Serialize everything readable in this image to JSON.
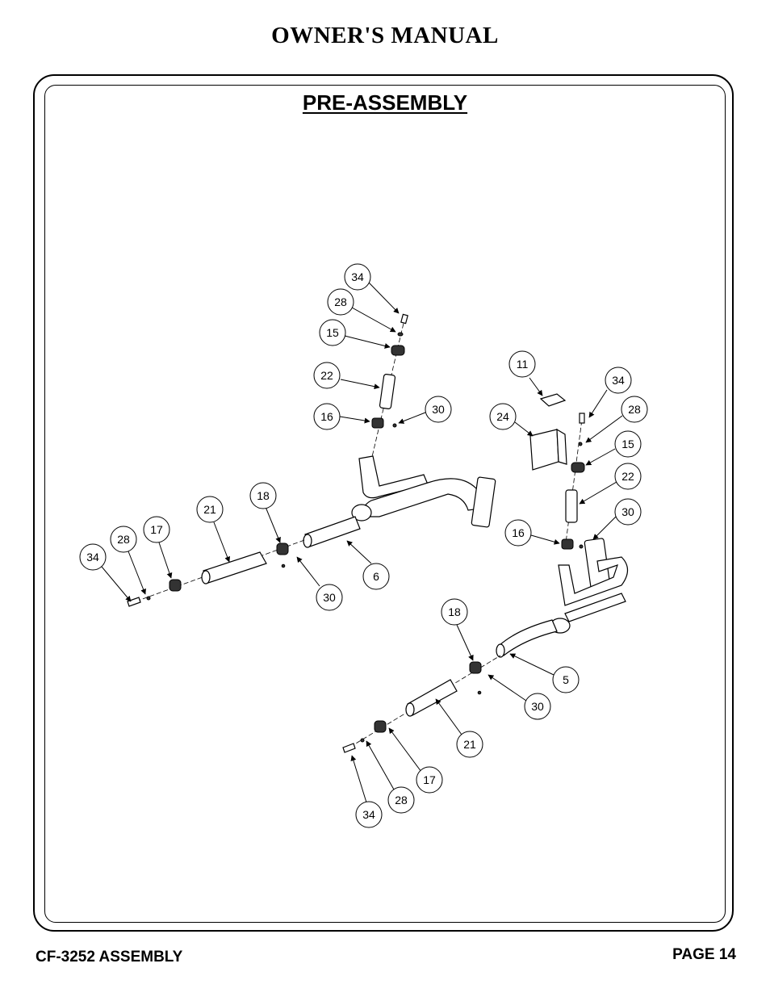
{
  "header": {
    "title": "OWNER'S MANUAL"
  },
  "section": {
    "title": "PRE-ASSEMBLY"
  },
  "footer": {
    "model": "CF-3252 ASSEMBLY",
    "page": "PAGE 14"
  },
  "diagram": {
    "callouts": [
      {
        "label": "34"
      },
      {
        "label": "28"
      },
      {
        "label": "15"
      },
      {
        "label": "22"
      },
      {
        "label": "16"
      },
      {
        "label": "30"
      },
      {
        "label": "11"
      },
      {
        "label": "34"
      },
      {
        "label": "24"
      },
      {
        "label": "28"
      },
      {
        "label": "15"
      },
      {
        "label": "22"
      },
      {
        "label": "30"
      },
      {
        "label": "16"
      },
      {
        "label": "18"
      },
      {
        "label": "21"
      },
      {
        "label": "17"
      },
      {
        "label": "28"
      },
      {
        "label": "34"
      },
      {
        "label": "6"
      },
      {
        "label": "30"
      },
      {
        "label": "18"
      },
      {
        "label": "5"
      },
      {
        "label": "30"
      },
      {
        "label": "21"
      },
      {
        "label": "17"
      },
      {
        "label": "28"
      },
      {
        "label": "34"
      }
    ]
  }
}
